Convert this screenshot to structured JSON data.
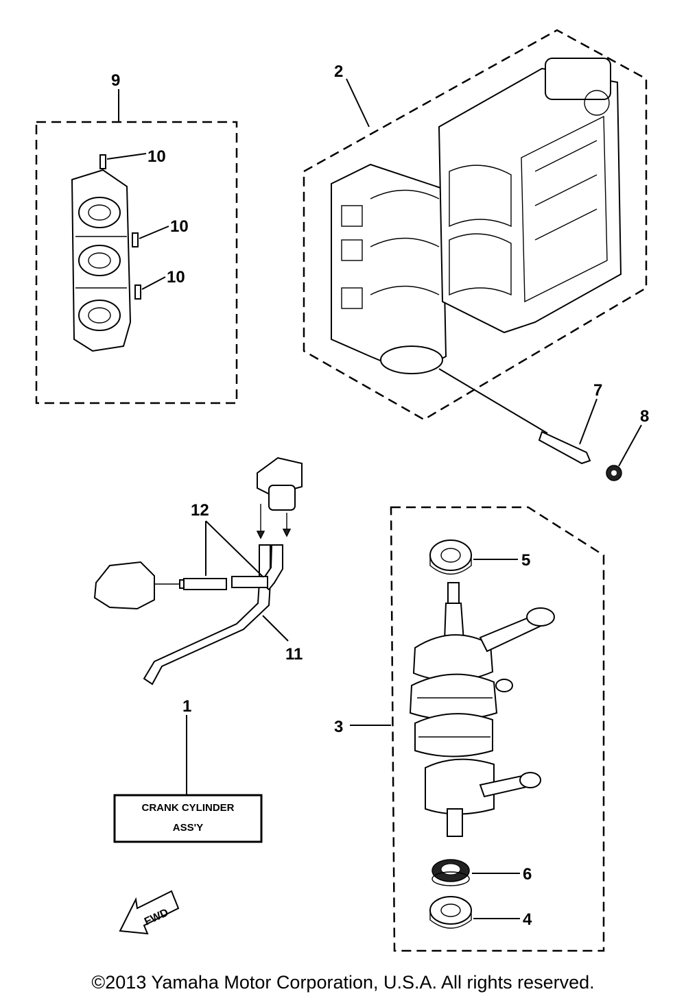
{
  "callouts": {
    "p1": "1",
    "p2": "2",
    "p3": "3",
    "p4": "4",
    "p5": "5",
    "p6": "6",
    "p7": "7",
    "p8": "8",
    "p9": "9",
    "p10a": "10",
    "p10b": "10",
    "p10c": "10",
    "p11": "11",
    "p12": "12"
  },
  "assembly_label": {
    "line1": "CRANK CYLINDER",
    "line2": "ASS'Y"
  },
  "fwd_label": "FWD",
  "copyright": "©2013 Yamaha Motor Corporation, U.S.A. All rights reserved."
}
